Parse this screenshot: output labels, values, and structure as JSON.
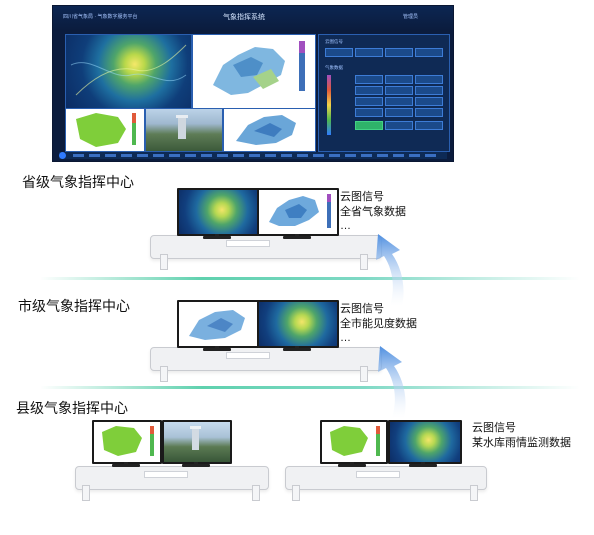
{
  "dashboard": {
    "org_name": "四川省气象局 · 气象数字服务平台",
    "title": "气象指挥系统",
    "user": "管理员",
    "panel_sections": [
      "云图信号",
      "气象数据"
    ]
  },
  "tiers": [
    {
      "title": "省级气象指挥中心",
      "notes": [
        "云图信号",
        "全省气象数据",
        "…"
      ]
    },
    {
      "title": "市级气象指挥中心",
      "notes": [
        "云图信号",
        "全市能见度数据",
        "…"
      ]
    },
    {
      "title": "县级气象指挥中心",
      "notes": [
        "云图信号",
        "某水库雨情监测数据"
      ]
    }
  ],
  "colors": {
    "divider": "#5fd1ae",
    "arrow": "#4f8fe0",
    "dashboard_bg": "#0b1c3d"
  },
  "icons": {
    "upload_arrow": "curved-up-arrow-icon",
    "monitor": "monitor-icon"
  }
}
